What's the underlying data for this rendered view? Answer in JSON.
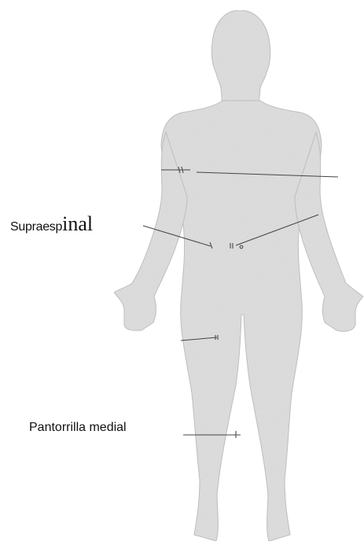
{
  "labels": {
    "suprailiac_part1": "Supraesp",
    "suprailiac_part2": "inal",
    "medial_calf": "Pantorrilla medial"
  },
  "colors": {
    "body_fill": "#dedede",
    "body_speckle": "#c9c9c9",
    "line": "#444444",
    "text": "#111111"
  }
}
